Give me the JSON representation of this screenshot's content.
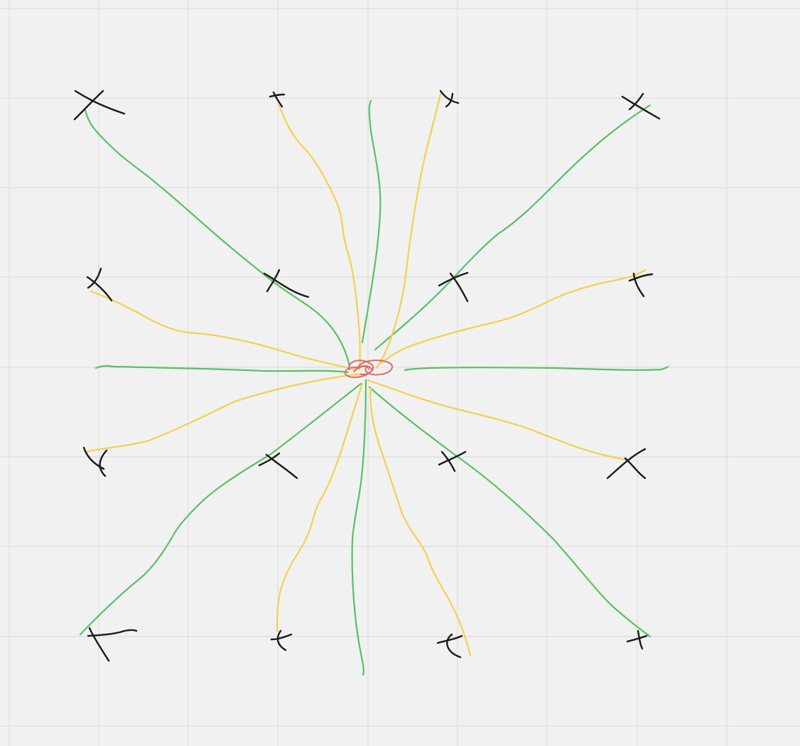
{
  "colors": {
    "background": "#f1f1f1",
    "grid": "#dedede",
    "mark": "#1a1a1a",
    "green": "#5ac066",
    "yellow": "#f5d04e",
    "center": "#e06a6a"
  },
  "grid": {
    "visible": true
  },
  "marks": {
    "count": 16,
    "symbol": "hand-drawn X"
  },
  "rays": {
    "count": 16,
    "colors": [
      "green",
      "yellow"
    ]
  },
  "center_scribble": {
    "color": "red"
  }
}
